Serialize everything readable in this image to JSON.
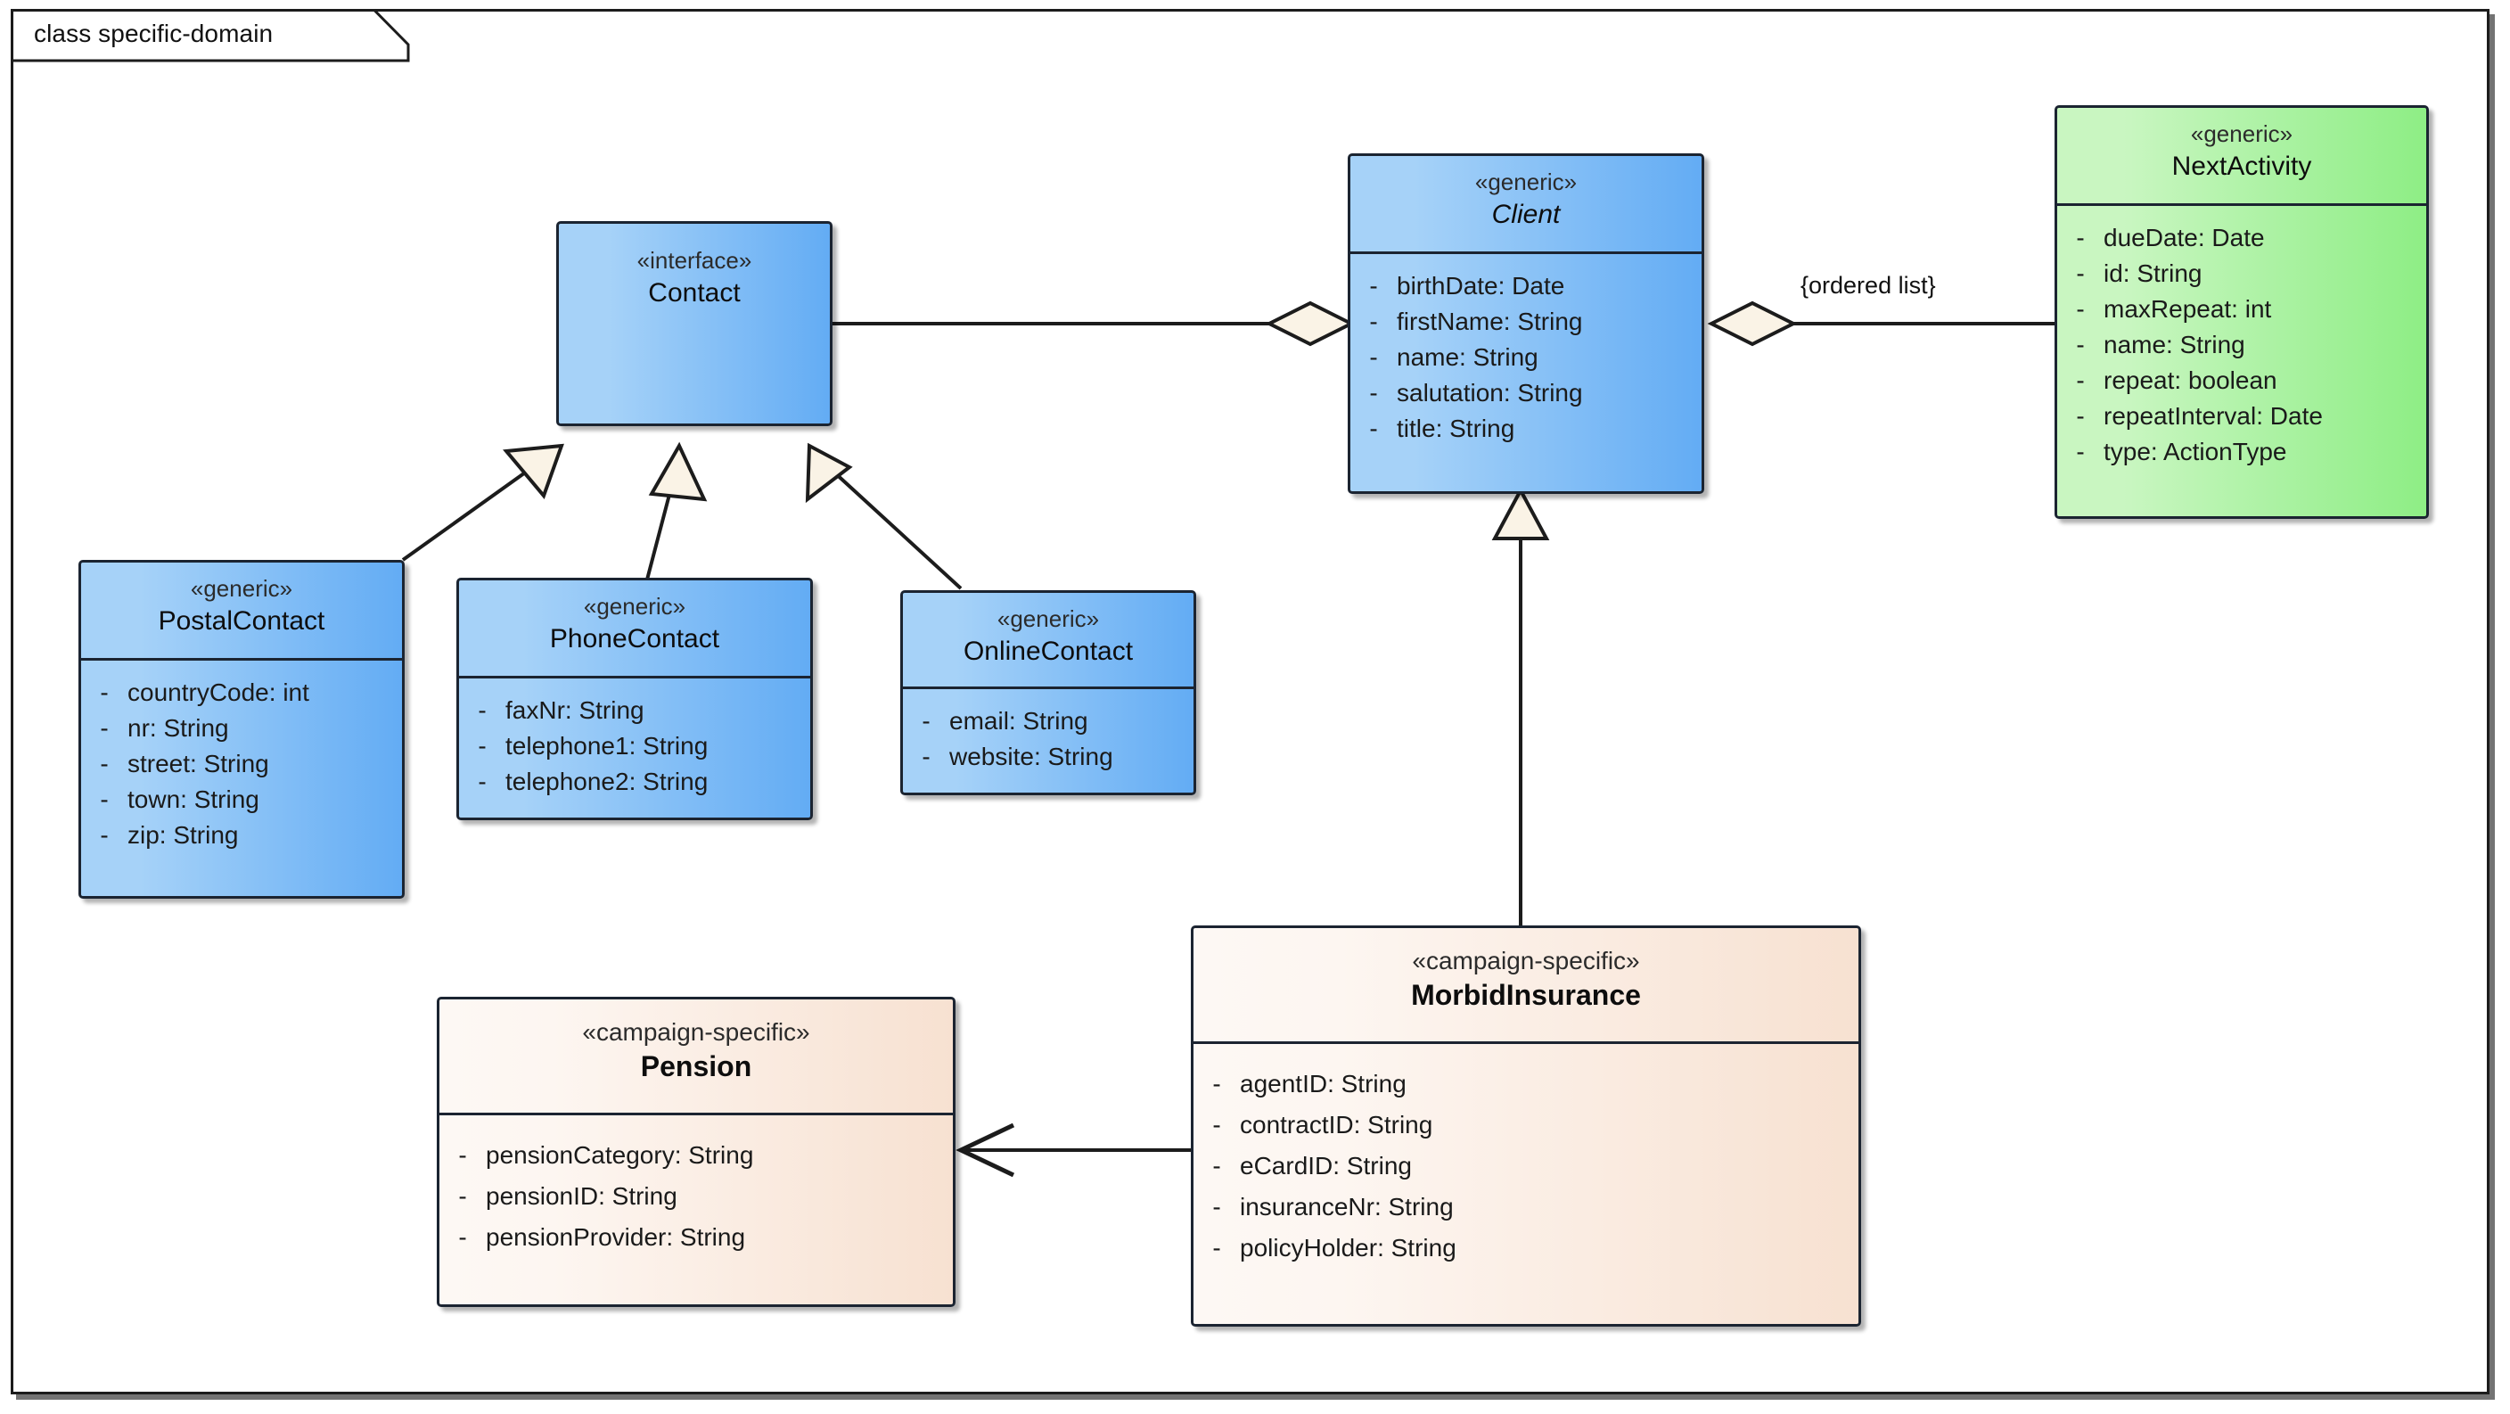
{
  "frame": {
    "keyword": "class",
    "name": "specific-domain",
    "label": "class specific-domain"
  },
  "nodes": [
    {
      "id": "contact",
      "data_name": "class-node-contact",
      "stereotype": "«interface»",
      "name": "Contact",
      "kind": "interface",
      "color": "blue",
      "attributes": []
    },
    {
      "id": "client",
      "data_name": "class-node-client",
      "stereotype": "«generic»",
      "name": "Client",
      "kind": "abstract",
      "color": "blue",
      "attributes": [
        {
          "visibility": "-",
          "signature": "birthDate: Date"
        },
        {
          "visibility": "-",
          "signature": "firstName: String"
        },
        {
          "visibility": "-",
          "signature": "name: String"
        },
        {
          "visibility": "-",
          "signature": "salutation: String"
        },
        {
          "visibility": "-",
          "signature": "title: String"
        }
      ]
    },
    {
      "id": "nextactivity",
      "data_name": "class-node-nextactivity",
      "stereotype": "«generic»",
      "name": "NextActivity",
      "kind": "class",
      "color": "green",
      "attributes": [
        {
          "visibility": "-",
          "signature": "dueDate: Date"
        },
        {
          "visibility": "-",
          "signature": "id: String"
        },
        {
          "visibility": "-",
          "signature": "maxRepeat: int"
        },
        {
          "visibility": "-",
          "signature": "name: String"
        },
        {
          "visibility": "-",
          "signature": "repeat: boolean"
        },
        {
          "visibility": "-",
          "signature": "repeatInterval: Date"
        },
        {
          "visibility": "-",
          "signature": "type: ActionType"
        }
      ]
    },
    {
      "id": "postalcontact",
      "data_name": "class-node-postalcontact",
      "stereotype": "«generic»",
      "name": "PostalContact",
      "kind": "class",
      "color": "blue",
      "attributes": [
        {
          "visibility": "-",
          "signature": "countryCode: int"
        },
        {
          "visibility": "-",
          "signature": "nr: String"
        },
        {
          "visibility": "-",
          "signature": "street: String"
        },
        {
          "visibility": "-",
          "signature": "town: String"
        },
        {
          "visibility": "-",
          "signature": "zip: String"
        }
      ]
    },
    {
      "id": "phonecontact",
      "data_name": "class-node-phonecontact",
      "stereotype": "«generic»",
      "name": "PhoneContact",
      "kind": "class",
      "color": "blue",
      "attributes": [
        {
          "visibility": "-",
          "signature": "faxNr: String"
        },
        {
          "visibility": "-",
          "signature": "telephone1: String"
        },
        {
          "visibility": "-",
          "signature": "telephone2: String"
        }
      ]
    },
    {
      "id": "onlinecontact",
      "data_name": "class-node-onlinecontact",
      "stereotype": "«generic»",
      "name": "OnlineContact",
      "kind": "class",
      "color": "blue",
      "attributes": [
        {
          "visibility": "-",
          "signature": "email: String"
        },
        {
          "visibility": "-",
          "signature": "website: String"
        }
      ]
    },
    {
      "id": "morbidinsurance",
      "data_name": "class-node-morbidinsurance",
      "stereotype": "«campaign-specific»",
      "name": "MorbidInsurance",
      "kind": "class",
      "color": "cream",
      "attributes": [
        {
          "visibility": "-",
          "signature": "agentID: String"
        },
        {
          "visibility": "-",
          "signature": "contractID: String"
        },
        {
          "visibility": "-",
          "signature": "eCardID: String"
        },
        {
          "visibility": "-",
          "signature": "insuranceNr: String"
        },
        {
          "visibility": "-",
          "signature": "policyHolder: String"
        }
      ]
    },
    {
      "id": "pension",
      "data_name": "class-node-pension",
      "stereotype": "«campaign-specific»",
      "name": "Pension",
      "kind": "class",
      "color": "cream",
      "attributes": [
        {
          "visibility": "-",
          "signature": "pensionCategory: String"
        },
        {
          "visibility": "-",
          "signature": "pensionID: String"
        },
        {
          "visibility": "-",
          "signature": "pensionProvider: String"
        }
      ]
    }
  ],
  "relationships": [
    {
      "id": "contact-client",
      "type": "aggregation",
      "from": "client",
      "to": "contact",
      "label": ""
    },
    {
      "id": "client-nextactivity",
      "type": "aggregation",
      "from": "client",
      "to": "nextactivity",
      "label": "{ordered list}"
    },
    {
      "id": "postal-contact",
      "type": "generalization",
      "from": "postalcontact",
      "to": "contact",
      "label": ""
    },
    {
      "id": "phone-contact",
      "type": "generalization",
      "from": "phonecontact",
      "to": "contact",
      "label": ""
    },
    {
      "id": "online-contact",
      "type": "generalization",
      "from": "onlinecontact",
      "to": "contact",
      "label": ""
    },
    {
      "id": "morbid-client",
      "type": "generalization",
      "from": "morbidinsurance",
      "to": "client",
      "label": ""
    },
    {
      "id": "morbid-pension",
      "type": "association",
      "from": "morbidinsurance",
      "to": "pension",
      "label": ""
    }
  ],
  "colors": {
    "blue_fill_light": "#a6d2f8",
    "blue_fill_dark": "#63acf4",
    "green_fill_light": "#c9f6c1",
    "green_fill_dark": "#8eee85",
    "cream_fill_light": "#fdf8f4",
    "cream_fill_dark": "#f7e1d1",
    "border": "#1b2431",
    "arrow_fill": "#faf3e6",
    "canvas": "#ffffff"
  }
}
